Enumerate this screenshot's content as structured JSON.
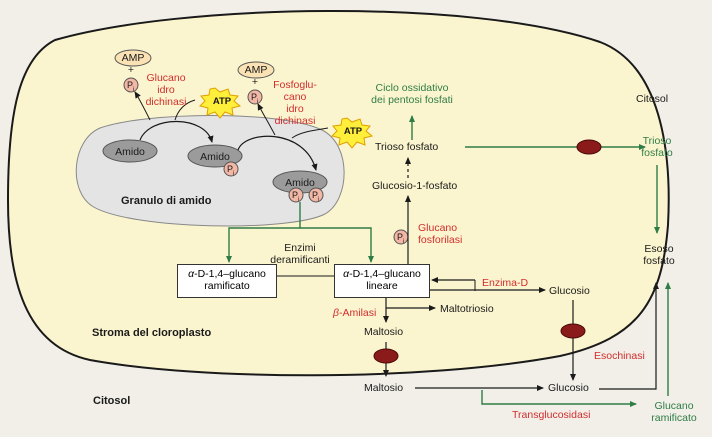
{
  "regions": {
    "stroma": "Stroma del cloroplasto",
    "granule": "Granulo di amido",
    "cytosol_bottom": "Citosol",
    "cytosol_right": "Citosol"
  },
  "cofactors": {
    "amp_1": "AMP",
    "amp_2": "AMP",
    "plus_1": "+",
    "plus_2": "+",
    "pi": "P",
    "pi_sub": "i",
    "atp_1": "ATP",
    "atp_2": "ATP"
  },
  "starch": {
    "amido_1": "Amido",
    "amido_2": "Amido",
    "amido_3": "Amido"
  },
  "enzymes": {
    "glucan_water_dikinase": "Glucano\nidro\ndichinasi",
    "phosphoglucan_water_dikinase": "Fosfoglu-\ncano\nidro\ndichinasi",
    "debranching": "Enzimi\nderamificanti",
    "glucan_phosphorylase": "Glucano\nfosforilasi",
    "d_enzyme": "Enzima-D",
    "beta_amylase_greek": "β",
    "beta_amylase_rest": "-Amilasi",
    "hexokinase": "Esochinasi",
    "transglucosidase": "Transglucosidasi"
  },
  "metabolites": {
    "branched_alpha": "α",
    "branched_rest": "-D-1,4–glucano",
    "branched_line2": "ramificato",
    "linear_alpha": "α",
    "linear_rest": "-D-1,4–glucano",
    "linear_line2": "lineare",
    "glucose_1_phosphate": "Glucosio-1-fosfato",
    "triose_phosphate": "Trioso fosfato",
    "maltotriose": "Maltotriosio",
    "glucose_stroma": "Glucosio",
    "maltose_stroma": "Maltosio",
    "maltose_cytosol": "Maltosio",
    "glucose_cytosol": "Glucosio",
    "triose_phosphate_cytosol": "Trioso\nfosfato",
    "hexose_phosphate": "Esoso\nfosfato",
    "branched_glucan_cytosol": "Glucano\nramificato"
  },
  "pathways": {
    "oxidative_ppp": "Ciclo ossidativo\ndei pentosi fosfati"
  },
  "colors": {
    "chloroplast_fill": "#fbf5cf",
    "granule_fill": "#e4e4e4",
    "starch_fill": "#9b9b9b",
    "transporter": "#8b1a1a",
    "enzyme_red": "#d12d2d",
    "flux_green": "#2e7d46",
    "atp_burst": "#ffef3a",
    "amp_fill": "#fbe2b4",
    "pi_fill": "#f3b7a6"
  }
}
